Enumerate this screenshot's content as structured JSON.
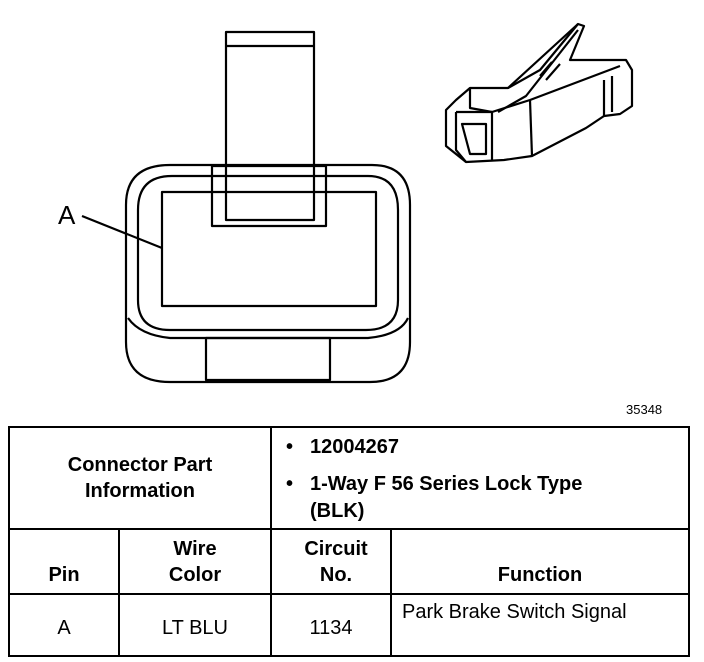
{
  "figure": {
    "callout_label": "A",
    "figure_number": "35348"
  },
  "table": {
    "part_info_label": "Connector Part Information",
    "part_bullets": [
      {
        "bullet": "•",
        "text": "12004267"
      },
      {
        "bullet": "•",
        "text": "1-Way F 56 Series Lock Type (BLK)"
      }
    ],
    "headers": {
      "pin": "Pin",
      "wire_color": "Wire Color",
      "circuit_no": "Circuit No.",
      "function": "Function"
    },
    "rows": [
      {
        "pin": "A",
        "wire_color": "LT BLU",
        "circuit_no": "1134",
        "function": "Park Brake Switch Signal"
      }
    ]
  }
}
